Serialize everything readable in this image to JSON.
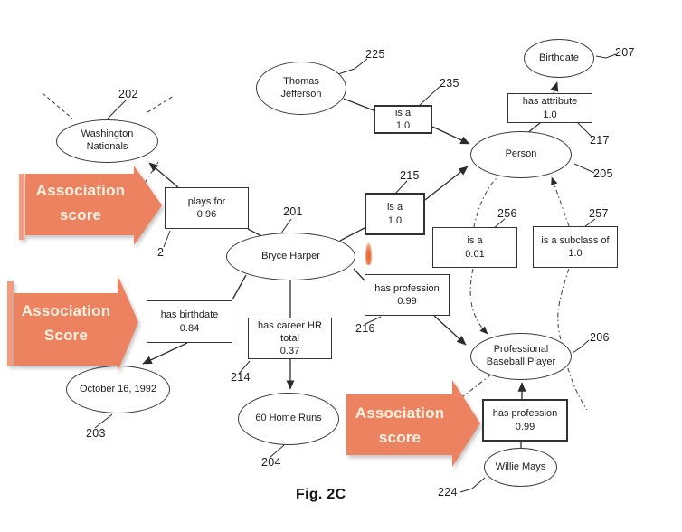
{
  "figure": {
    "caption": "Fig. 2C"
  },
  "callouts": [
    {
      "line1": "Association",
      "line2": "score"
    },
    {
      "line1": "Association",
      "line2": "Score"
    },
    {
      "line1": "Association",
      "line2": "score"
    }
  ],
  "colors": {
    "callout_fill": "#ed8260",
    "callout_strip": "#f29c80",
    "callout_text": "#fbf2e2",
    "line": "#2b2b2b"
  },
  "entities": {
    "washington_nationals": {
      "label": "Washington Nationals",
      "ref": "202"
    },
    "thomas_jefferson": {
      "label": "Thomas Jefferson",
      "ref": "225"
    },
    "birthdate": {
      "label": "Birthdate",
      "ref": "207"
    },
    "person": {
      "label": "Person",
      "ref": "205"
    },
    "bryce_harper": {
      "label": "Bryce Harper",
      "ref": "201"
    },
    "october_16_1992": {
      "label": "October 16, 1992",
      "ref": "203"
    },
    "sixty_home_runs": {
      "label": "60 Home Runs",
      "ref": "204"
    },
    "pro_baseball_player": {
      "label": "Professional Baseball Player",
      "ref": "206"
    },
    "willie_mays": {
      "label": "Willie Mays",
      "ref": "224"
    }
  },
  "relations": {
    "plays_for": {
      "label": "plays for",
      "score": "0.96",
      "ref": "2"
    },
    "is_a_tj": {
      "label": "is a",
      "score": "1.0",
      "ref": "235"
    },
    "is_a_bh": {
      "label": "is a",
      "score": "1.0",
      "ref": "215"
    },
    "has_attribute": {
      "label": "has attribute",
      "score": "1.0",
      "ref": "217"
    },
    "is_a_low": {
      "label": "is a",
      "score": "0.01",
      "ref": "256"
    },
    "is_a_subclass": {
      "label": "is a subclass of",
      "score": "1.0",
      "ref": "257"
    },
    "has_profession_bh": {
      "label": "has profession",
      "score": "0.99",
      "ref": "216"
    },
    "has_birthdate": {
      "label": "has birthdate",
      "score": "0.84"
    },
    "has_career_hr": {
      "label": "has career HR total",
      "score": "0.37",
      "ref": "214"
    },
    "has_profession_wm": {
      "label": "has profession",
      "score": "0.99"
    }
  }
}
